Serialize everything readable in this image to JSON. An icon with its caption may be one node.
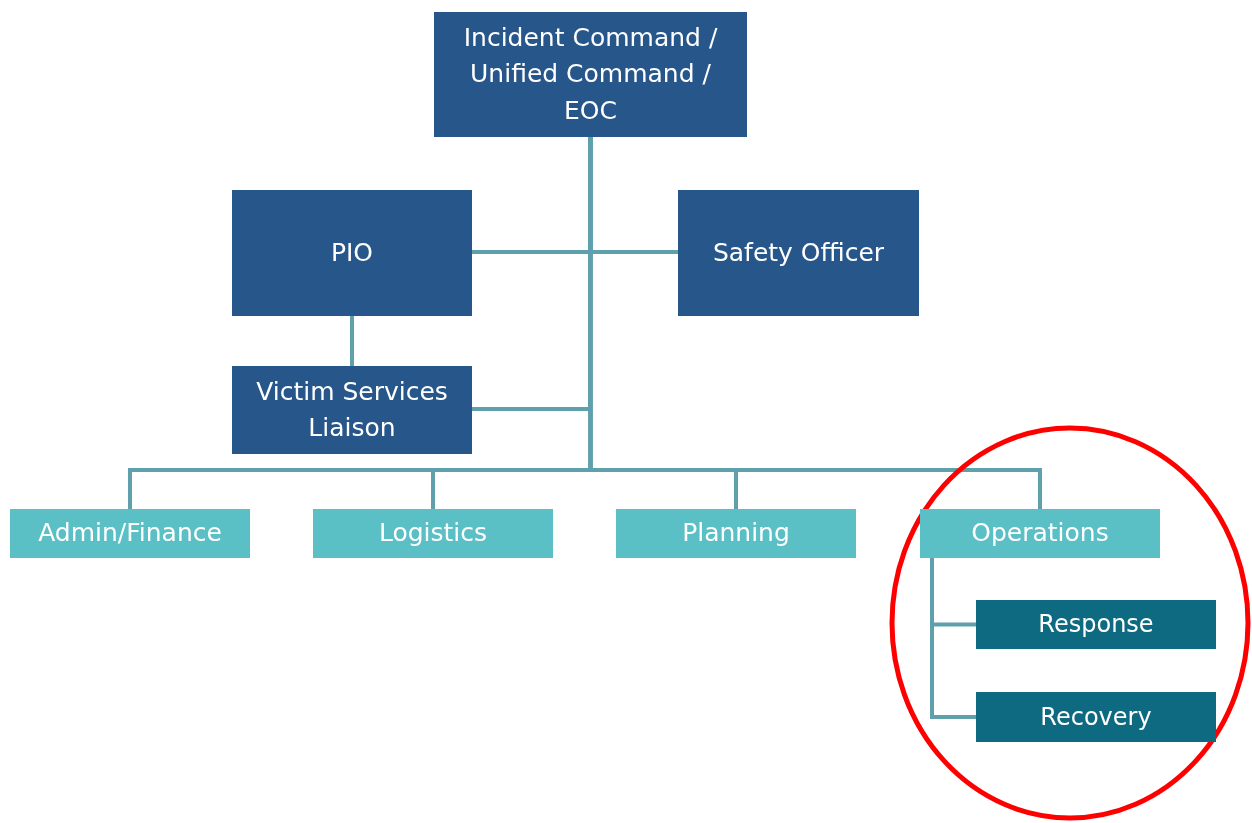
{
  "diagram": {
    "nodes": [
      {
        "text": [
          "Incident Command / Unified Command / EOC"
        ]
      },
      {
        "text": [
          "PIO"
        ]
      },
      {
        "text": [
          "Safety Officer"
        ]
      },
      {
        "text": [
          "Victim Services Liaison"
        ]
      },
      {
        "text": [
          "Admin/Finance"
        ]
      },
      {
        "text": [
          "Logistics"
        ]
      },
      {
        "text": [
          "Planning"
        ]
      },
      {
        "text": [
          "Operations"
        ]
      },
      {
        "text": [
          "Response"
        ]
      },
      {
        "text": [
          "Recovery"
        ]
      }
    ],
    "edges": [
      {
        "from": 0,
        "to": 1,
        "arrow": "none"
      },
      {
        "from": 0,
        "to": 2,
        "arrow": "none"
      },
      {
        "from": 1,
        "to": 3,
        "arrow": "none"
      },
      {
        "from": 0,
        "to": 3,
        "arrow": "none"
      },
      {
        "from": 0,
        "to": 4,
        "arrow": "none"
      },
      {
        "from": 0,
        "to": 5,
        "arrow": "none"
      },
      {
        "from": 0,
        "to": 6,
        "arrow": "none"
      },
      {
        "from": 0,
        "to": 7,
        "arrow": "none"
      },
      {
        "from": 7,
        "to": 8,
        "arrow": "none"
      },
      {
        "from": 7,
        "to": 9,
        "arrow": "none"
      }
    ]
  }
}
